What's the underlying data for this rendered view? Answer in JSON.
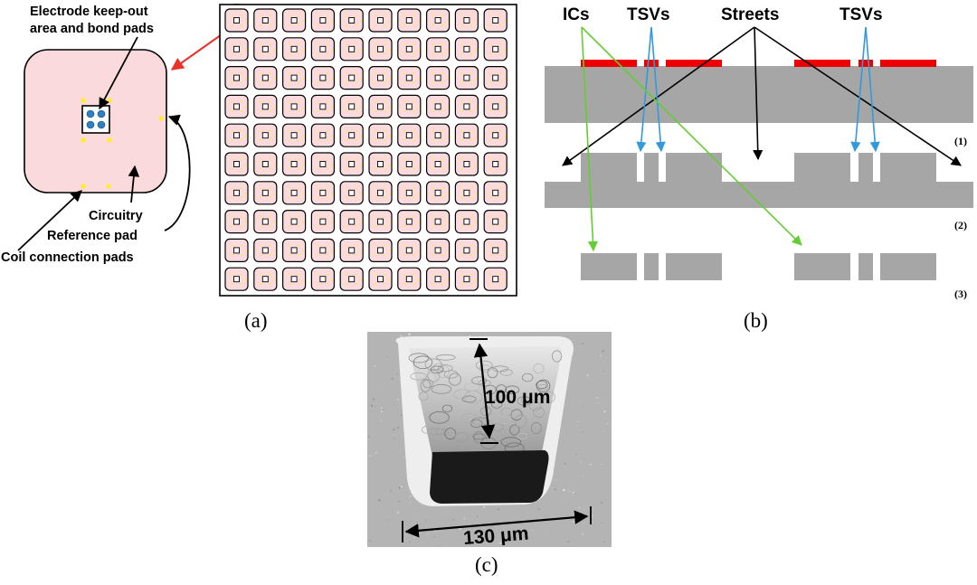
{
  "panel_a": {
    "label_electrode": "Electrode keep-out",
    "label_electrode_2": "area and bond pads",
    "label_circuitry": "Circuitry",
    "label_reference": "Reference pad",
    "label_coil": "Coil connection pads",
    "caption": "(a)",
    "grid_rows": 10,
    "grid_cols": 10
  },
  "panel_b": {
    "label_ics": "ICs",
    "label_tsvs_left": "TSVs",
    "label_streets": "Streets",
    "label_tsvs_right": "TSVs",
    "step_1": "(1)",
    "step_2": "(2)",
    "step_3": "(3)",
    "caption": "(b)"
  },
  "panel_c": {
    "depth_label": "100 μm",
    "width_label": "130 μm",
    "caption": "(c)"
  },
  "colors": {
    "chip_fill": "#fadadd",
    "pad": "#ffee22",
    "electrode": "#2f7fc1",
    "silicon": "#a6a6a6",
    "ic_layer": "#ee0000",
    "arrow_red": "#e8332a",
    "arrow_blue": "#3399dd",
    "arrow_green": "#66cc33"
  }
}
